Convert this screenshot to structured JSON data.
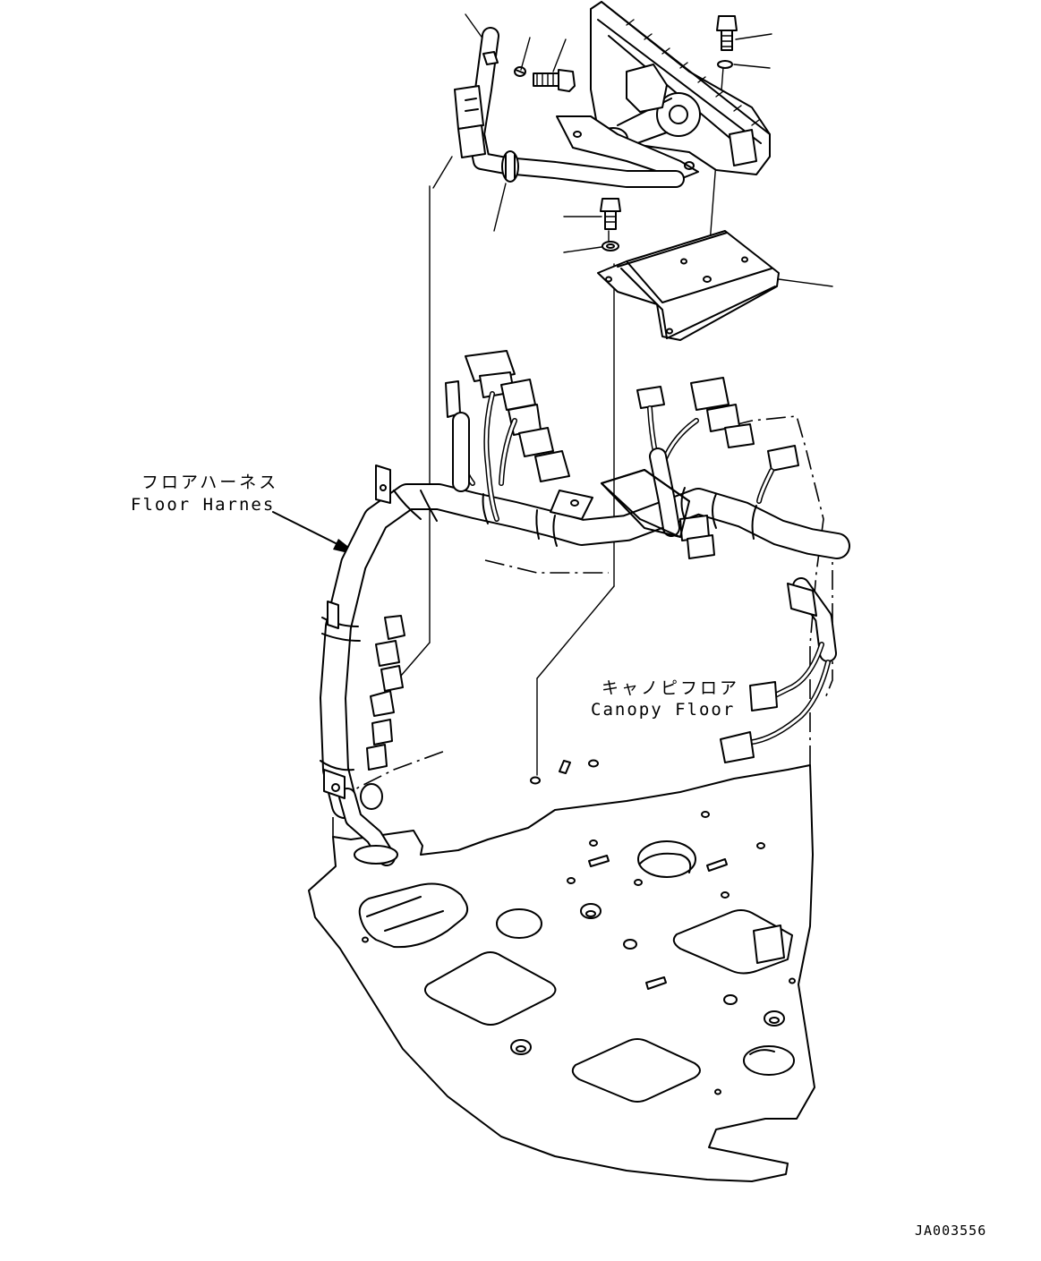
{
  "diagram": {
    "labels": {
      "floor_harness_jp": "フロアハーネス",
      "floor_harness_en": "Floor Harnes",
      "canopy_floor_jp": "キャノピフロア",
      "canopy_floor_en": "Canopy Floor"
    },
    "drawing_code": "JA003556"
  }
}
